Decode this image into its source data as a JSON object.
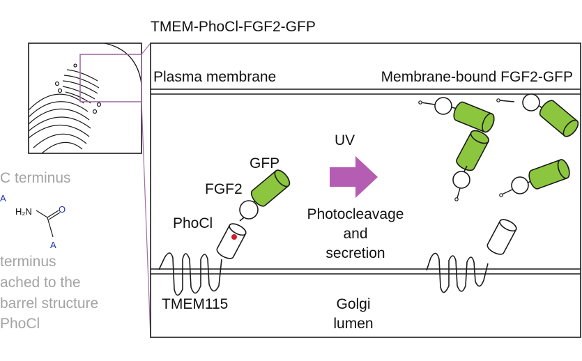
{
  "diagram": {
    "title": "TMEM-PhoCl-FGF2-GFP",
    "labels": {
      "plasma_membrane": "Plasma membrane",
      "membrane_bound": "Membrane-bound FGF2-GFP",
      "uv": "UV",
      "gfp": "GFP",
      "fgf2": "FGF2",
      "phocl": "PhoCl",
      "process_line1": "Photocleavage",
      "process_line2": "and",
      "process_line3": "secretion",
      "tmem": "TMEM115",
      "golgi_line1": "Golgi",
      "golgi_line2": "lumen"
    },
    "side_note": {
      "c_terminus": "C terminus",
      "a_top": "A",
      "chem_h2n": "H₂N",
      "chem_o": "O",
      "chem_a": "A",
      "line1": "terminus",
      "line2": "ached to the",
      "line3": "barrel structure",
      "line4": "PhoCl"
    },
    "colors": {
      "gfp_green": "#8cc63f",
      "uv_arrow": "#b55db3",
      "inset_purple": "#9e6ea5",
      "chromophore_red": "#cc1f2a",
      "side_text_gray": "#a3a3a3",
      "chem_blue": "#1f2fb5"
    }
  }
}
